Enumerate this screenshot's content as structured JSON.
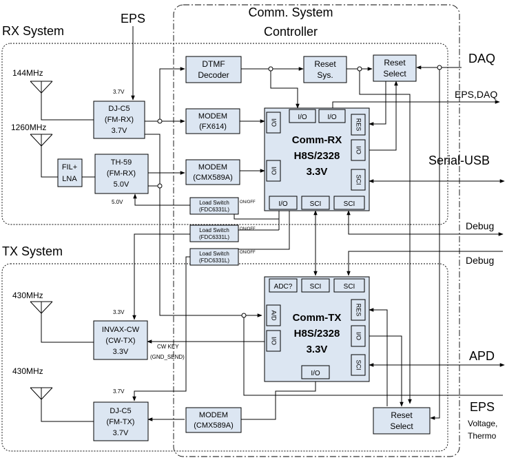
{
  "titles": {
    "rx_system": "RX System",
    "tx_system": "TX System",
    "controller_line1": "Comm. System",
    "controller_line2": "Controller",
    "eps_top": "EPS"
  },
  "antennas": {
    "ant144": "144MHz",
    "ant1260": "1260MHz",
    "ant430a": "430MHz",
    "ant430b": "430MHz"
  },
  "blocks": {
    "dtmf": [
      "DTMF",
      "Decoder"
    ],
    "reset_sys": [
      "Reset",
      "Sys."
    ],
    "reset_select_top": [
      "Reset",
      "Select"
    ],
    "reset_select_bottom": [
      "Reset",
      "Select"
    ],
    "djc5_rx": [
      "DJ-C5",
      "(FM-RX)",
      "3.7V"
    ],
    "th59": [
      "TH-59",
      "(FM-RX)",
      "5.0V"
    ],
    "fil_lna": [
      "FIL+",
      "LNA"
    ],
    "modem_fx614": [
      "MODEM",
      "(FX614)"
    ],
    "modem_cmx_rx": [
      "MODEM",
      "(CMX589A)"
    ],
    "modem_cmx_tx": [
      "MODEM",
      "(CMX589A)"
    ],
    "invax": [
      "INVAX-CW",
      "(CW-TX)",
      "3.3V"
    ],
    "djc5_tx": [
      "DJ-C5",
      "(FM-TX)",
      "3.7V"
    ],
    "load_switch_1": [
      "Load Switch",
      "(FDC6331L)"
    ],
    "load_switch_2": [
      "Load Switch",
      "(FDC6331L)"
    ],
    "load_switch_3": [
      "Load Switch",
      "(FDC6331L)"
    ]
  },
  "comm_rx": {
    "title": [
      "Comm-RX",
      "H8S/2328",
      "3.3V"
    ],
    "io_top1": "I/O",
    "io_top2": "I/O",
    "res": "RES",
    "io_left1": "I/O",
    "io_left2": "I/O",
    "io_right": "I/O",
    "sci_right": "SCI",
    "io_bottom": "I/O",
    "sci_bottom1": "SCI",
    "sci_bottom2": "SCI"
  },
  "comm_tx": {
    "title": [
      "Comm-TX",
      "H8S/2328",
      "3.3V"
    ],
    "adc": "ADC?",
    "sci_top1": "SCI",
    "sci_top2": "SCI",
    "res": "RES",
    "ad": "A/D",
    "io_left": "I/O",
    "io_right": "I/O",
    "sci_right": "SCI",
    "io_bottom": "I/O"
  },
  "voltages": {
    "v37_top": "3.7V",
    "v50": "5.0V",
    "v33": "3.3V",
    "v37_tx": "3.7V"
  },
  "switch_labels": {
    "on_off_1": "ON/OFF",
    "on_off_2": "ON/OFF",
    "on_off_3": "ON/OFF",
    "cw_key": "CW KEY",
    "gnd_send": "(GND_SEND)"
  },
  "ports": {
    "daq": "DAQ",
    "eps_daq": "EPS,DAQ",
    "serial_usb": "Serial-USB",
    "debug1": "Debug",
    "debug2": "Debug",
    "apd": "APD",
    "eps_bottom": "EPS",
    "voltage": "Voltage,",
    "thermo": "Thermo"
  }
}
